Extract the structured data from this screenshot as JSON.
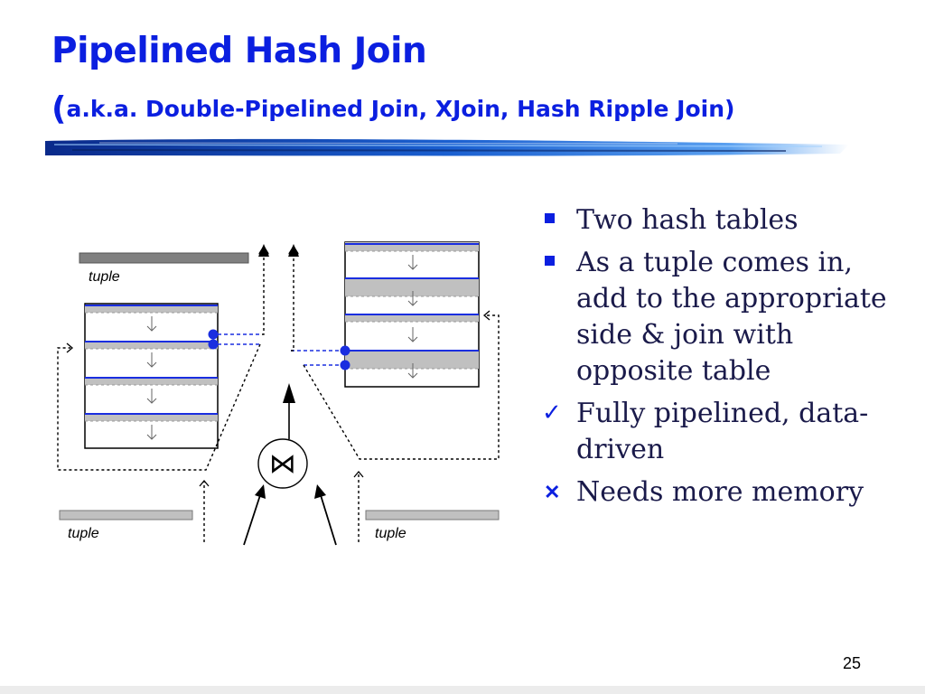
{
  "slide": {
    "title": "Pipelined Hash Join",
    "subtitle_paren_open": "(",
    "subtitle_text": "a.k.a. Double-Pipelined Join, XJoin, Hash Ripple Join)",
    "page_number": "25"
  },
  "diagram": {
    "tuple_label_top_left": "tuple",
    "tuple_label_bottom_left": "tuple",
    "tuple_label_bottom_right": "tuple",
    "join_symbol": "⋈",
    "accent_color": "#0b1fe0",
    "gray_color": "#c0c0c0"
  },
  "bullets": [
    {
      "marker": "square-bullet-icon",
      "text": "Two hash tables"
    },
    {
      "marker": "square-bullet-icon",
      "text": "As a tuple comes in, add to the appropriate side & join with opposite table"
    },
    {
      "marker": "checkmark-icon",
      "symbol": "✓",
      "text": "Fully pipelined, data-driven"
    },
    {
      "marker": "cross-icon",
      "symbol": "✕",
      "text": "Needs more memory"
    }
  ]
}
